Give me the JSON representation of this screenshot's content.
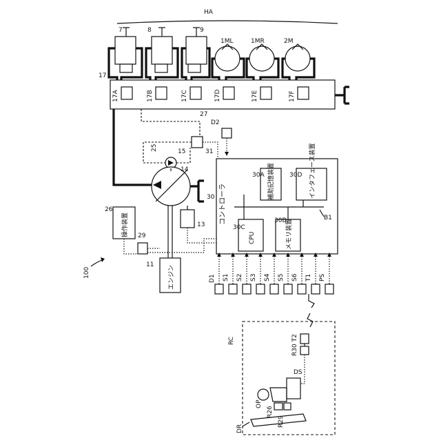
{
  "labels": {
    "ha": "HA",
    "cyl7": "7",
    "cyl8": "8",
    "cyl9": "9",
    "mot1ml": "1ML",
    "mot1mr": "1MR",
    "mot2m": "2M",
    "cv": "17",
    "v17a": "17A",
    "v17b": "17B",
    "v17c": "17C",
    "v17d": "17D",
    "v17e": "17E",
    "v17f": "17F",
    "n27": "27",
    "d2": "D2",
    "n31": "31",
    "n25": "25",
    "n15": "15",
    "n14": "14",
    "n30": "30",
    "n13": "13",
    "n11": "11",
    "n26": "26",
    "n29": "29",
    "n100": "100",
    "n30a": "30A",
    "n30d": "30D",
    "n30c": "30C",
    "n30b": "30B",
    "b1": "B1",
    "d1": "D1",
    "s1": "S1",
    "s2": "S2",
    "s3": "S3",
    "s4": "S4",
    "s5": "S5",
    "s6": "S6",
    "t1": "T1",
    "ps": "PS",
    "rc": "RC",
    "r30": "R30",
    "t2": "T2",
    "ds": "DS",
    "op": "OP",
    "r26": "R26",
    "r29": "R29",
    "dr": "DR"
  },
  "blocks": {
    "controller": "コントローラ",
    "aux_storage": "補助記憶装置",
    "interface": "インタフェース装置",
    "cpu": "CPU",
    "memory": "メモリ装置",
    "engine": "エンジン",
    "operation": "操作装置"
  }
}
